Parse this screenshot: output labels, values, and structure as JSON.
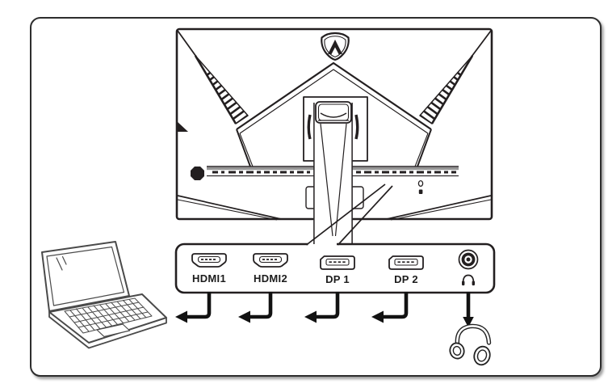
{
  "figure": {
    "kind": "monitor rear connection diagram",
    "brand": {
      "logo_mark": "A"
    },
    "panel": {
      "ports": [
        {
          "label": "HDMI1",
          "type": "HDMI"
        },
        {
          "label": "HDMI2",
          "type": "HDMI"
        },
        {
          "label": "DP 1",
          "type": "DisplayPort"
        },
        {
          "label": "DP 2",
          "type": "DisplayPort"
        },
        {
          "label": "",
          "type": "audio-jack",
          "icon": "headphone-icon"
        }
      ]
    },
    "devices": [
      {
        "name": "laptop"
      },
      {
        "name": "headphones"
      }
    ],
    "connections": [
      {
        "from": "HDMI1",
        "to": "laptop"
      },
      {
        "from": "HDMI2",
        "to": "laptop"
      },
      {
        "from": "DP 1",
        "to": "laptop"
      },
      {
        "from": "DP 2",
        "to": "laptop"
      },
      {
        "from": "audio-jack",
        "to": "headphones"
      }
    ],
    "colors": {
      "line": "#231f20",
      "background": "#ffffff",
      "frame_border": "#2d2d2d",
      "strip_shade": "#969696"
    }
  }
}
